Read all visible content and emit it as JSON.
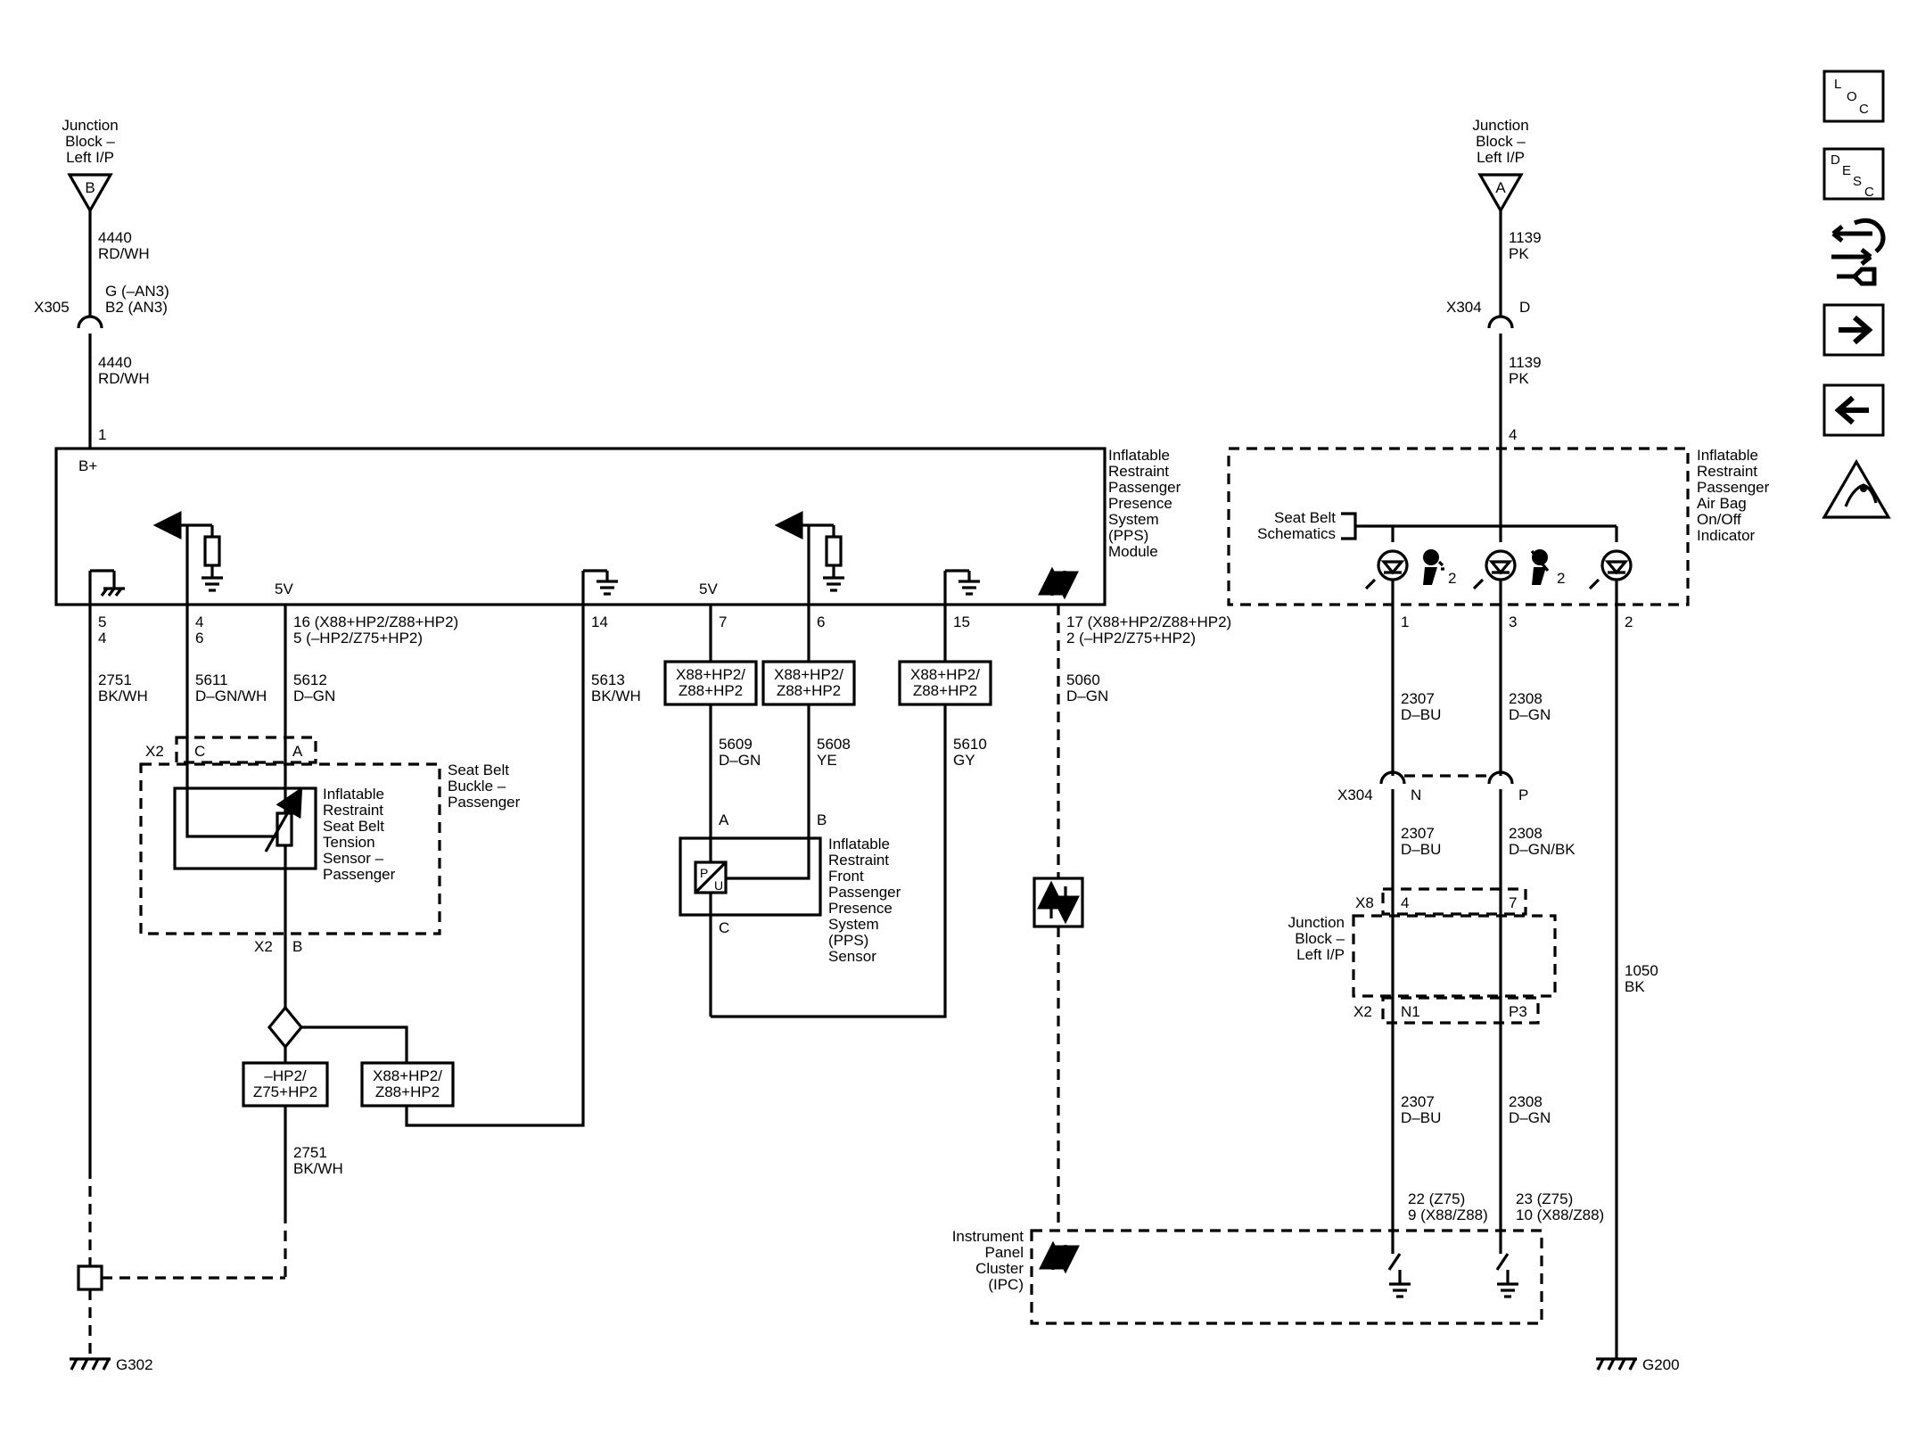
{
  "junction_b": {
    "lines": [
      "Junction",
      "Block –",
      "Left I/P"
    ],
    "pin": "B"
  },
  "junction_a": {
    "lines": [
      "Junction",
      "Block –",
      "Left I/P"
    ],
    "pin": "A"
  },
  "wires": {
    "w4440_top": [
      "4440",
      "RD/WH"
    ],
    "x305_opt": [
      "G (–AN3)",
      "B2 (AN3)"
    ],
    "w4440_bottom": [
      "4440",
      "RD/WH"
    ],
    "w1139_top": [
      "1139",
      "PK"
    ],
    "w1139_bottom": [
      "1139",
      "PK"
    ],
    "w2751": [
      "2751",
      "BK/WH"
    ],
    "w5611": [
      "5611",
      "D–GN/WH"
    ],
    "w5612": [
      "5612",
      "D–GN"
    ],
    "w5613": [
      "5613",
      "BK/WH"
    ],
    "w5609": [
      "5609",
      "D–GN"
    ],
    "w5608": [
      "5608",
      "YE"
    ],
    "w5610": [
      "5610",
      "GY"
    ],
    "w5060": [
      "5060",
      "D–GN"
    ],
    "w2751_lower": [
      "2751",
      "BK/WH"
    ],
    "w2307_a": [
      "2307",
      "D–BU"
    ],
    "w2308_a": [
      "2308",
      "D–GN"
    ],
    "w2307_b": [
      "2307",
      "D–BU"
    ],
    "w2308_b": [
      "2308",
      "D–GN/BK"
    ],
    "w2307_c": [
      "2307",
      "D–BU"
    ],
    "w2308_c": [
      "2308",
      "D–GN"
    ],
    "w1050": [
      "1050",
      "BK"
    ]
  },
  "connectors": {
    "x305": "X305",
    "x304_top": "X304",
    "x304_top_pin": "D",
    "x304_mid": "X304",
    "x304_mid_n": "N",
    "x304_mid_p": "P",
    "x2_top": "X2",
    "x2_c": "C",
    "x2_a": "A",
    "x2_bottom": "X2",
    "x2_b": "B",
    "x8": "X8",
    "x8_4": "4",
    "x8_7": "7",
    "x2_jb": "X2",
    "x2_n1": "N1",
    "x2_p3": "P3"
  },
  "pps_module": {
    "lines": [
      "Inflatable",
      "Restraint",
      "Passenger",
      "Presence",
      "System",
      "(PPS)",
      "Module"
    ],
    "pin1": "1",
    "bplus": "B+",
    "five_v_left": "5V",
    "five_v_right": "5V",
    "pins": {
      "p5": [
        "5",
        "4"
      ],
      "p4": [
        "4",
        "6"
      ],
      "p16": [
        "16 (X88+HP2/Z88+HP2)",
        "5  (–HP2/Z75+HP2)"
      ],
      "p14": "14",
      "p7": "7",
      "p6": "6",
      "p15": "15",
      "p17": [
        "17 (X88+HP2/Z88+HP2)",
        "2  (–HP2/Z75+HP2)"
      ]
    }
  },
  "option_boxes": {
    "opt1": [
      "X88+HP2/",
      "Z88+HP2"
    ],
    "opt2": [
      "X88+HP2/",
      "Z88+HP2"
    ],
    "opt3": [
      "X88+HP2/",
      "Z88+HP2"
    ],
    "opt4": [
      "–HP2/",
      "Z75+HP2"
    ],
    "opt5": [
      "X88+HP2/",
      "Z88+HP2"
    ]
  },
  "seat_belt_buckle": [
    "Seat Belt",
    "Buckle –",
    "Passenger"
  ],
  "tension_sensor": [
    "Inflatable",
    "Restraint",
    "Seat Belt",
    "Tension",
    "Sensor –",
    "Passenger"
  ],
  "pps_sensor": {
    "lines": [
      "Inflatable",
      "Restraint",
      "Front",
      "Passenger",
      "Presence",
      "System",
      "(PPS)",
      "Sensor"
    ],
    "pin_a": "A",
    "pin_b": "B",
    "pin_c": "C",
    "p": "P",
    "u": "U"
  },
  "indicator": {
    "lines": [
      "Inflatable",
      "Restraint",
      "Passenger",
      "Air Bag",
      "On/Off",
      "Indicator"
    ],
    "pin4": "4",
    "pin1": "1",
    "pin3": "3",
    "pin2": "2",
    "two_a": "2",
    "two_b": "2"
  },
  "seat_belt_schematics": [
    "Seat Belt",
    "Schematics"
  ],
  "jb_left_ip": [
    "Junction",
    "Block –",
    "Left I/P"
  ],
  "ipc": {
    "lines": [
      "Instrument",
      "Panel",
      "Cluster",
      "(IPC)"
    ],
    "pins_left": [
      "22 (Z75)",
      "9 (X88/Z88)"
    ],
    "pins_right": [
      "23 (Z75)",
      "10 (X88/Z88)"
    ]
  },
  "grounds": {
    "g302": "G302",
    "g200": "G200"
  },
  "toolbar": {
    "loc": [
      "L",
      "O",
      "C"
    ],
    "desc": [
      "D",
      "E",
      "S",
      "C"
    ]
  }
}
